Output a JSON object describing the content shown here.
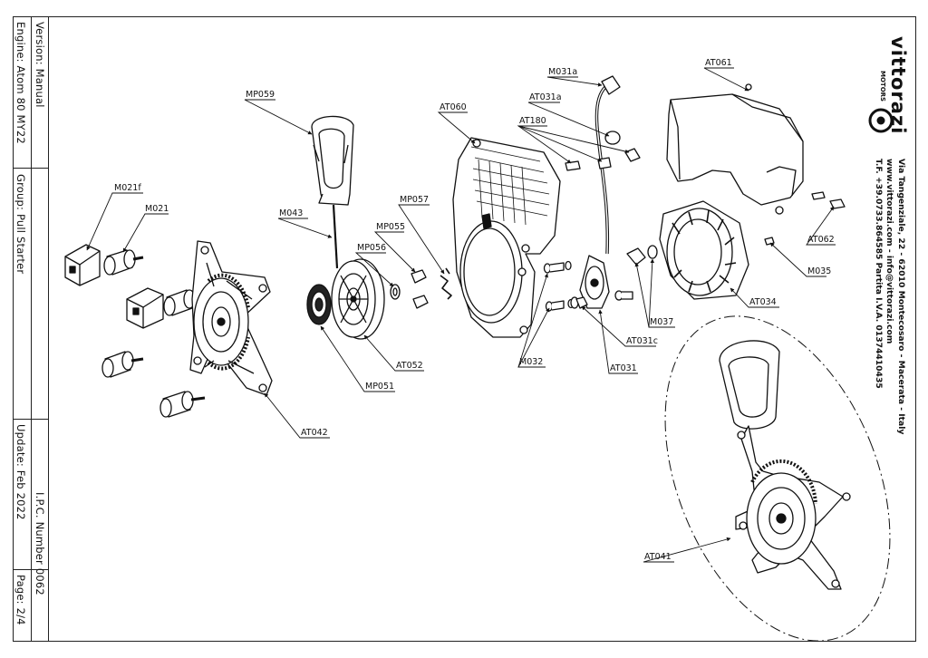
{
  "title_block": {
    "engine": "Engine: Atom 80 MY22",
    "version": "Version: Manual",
    "group": "Group: Pull Starter",
    "update": "Update: Feb 2022",
    "ipc": "I.P.C. Number 0062",
    "page": "Page: 2/4"
  },
  "company": {
    "logo_text": "vittorazi",
    "logo_sub": "MOTORS",
    "address": "Via Tangenziale, 22 - 62010 Montecosaro - Macerata - Italy",
    "web": "www.vittorazi.com - info@vittorazi.com",
    "phone": "T.F. +39.0733.864585 Partita I.V.A. 01374410435"
  },
  "parts": [
    {
      "code": "M021f"
    },
    {
      "code": "M021"
    },
    {
      "code": "MP059"
    },
    {
      "code": "M043"
    },
    {
      "code": "MP055"
    },
    {
      "code": "MP056"
    },
    {
      "code": "MP057"
    },
    {
      "code": "AT060"
    },
    {
      "code": "M031a"
    },
    {
      "code": "AT031a"
    },
    {
      "code": "AT180"
    },
    {
      "code": "AT061"
    },
    {
      "code": "AT062"
    },
    {
      "code": "M035"
    },
    {
      "code": "AT034"
    },
    {
      "code": "M037"
    },
    {
      "code": "AT031c"
    },
    {
      "code": "AT031"
    },
    {
      "code": "M032"
    },
    {
      "code": "AT052"
    },
    {
      "code": "MP051"
    },
    {
      "code": "AT042"
    },
    {
      "code": "AT041"
    }
  ]
}
